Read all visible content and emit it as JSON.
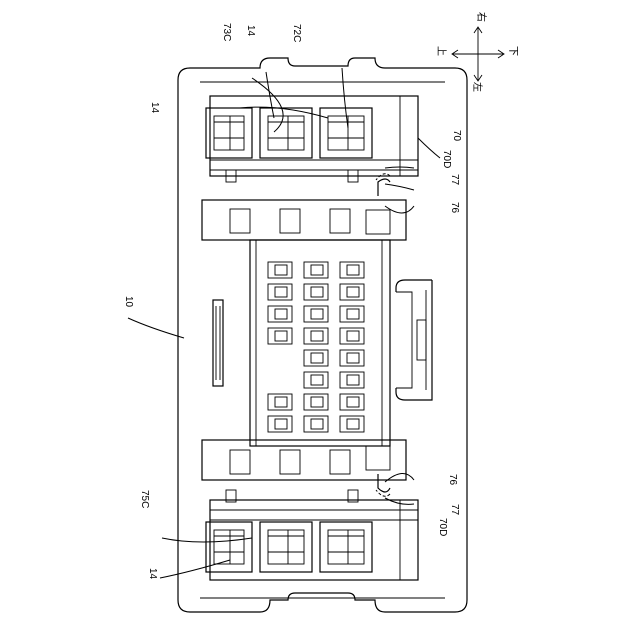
{
  "labels": {
    "housing": "10",
    "terminal": "14",
    "ref_70": "70",
    "ref_70d": "70D",
    "ref_72c": "72C",
    "ref_73c": "73C",
    "ref_75c": "75C",
    "ref_76": "76",
    "ref_77": "77"
  },
  "direction": {
    "up": "上",
    "down": "下",
    "left": "左",
    "right": "右"
  }
}
